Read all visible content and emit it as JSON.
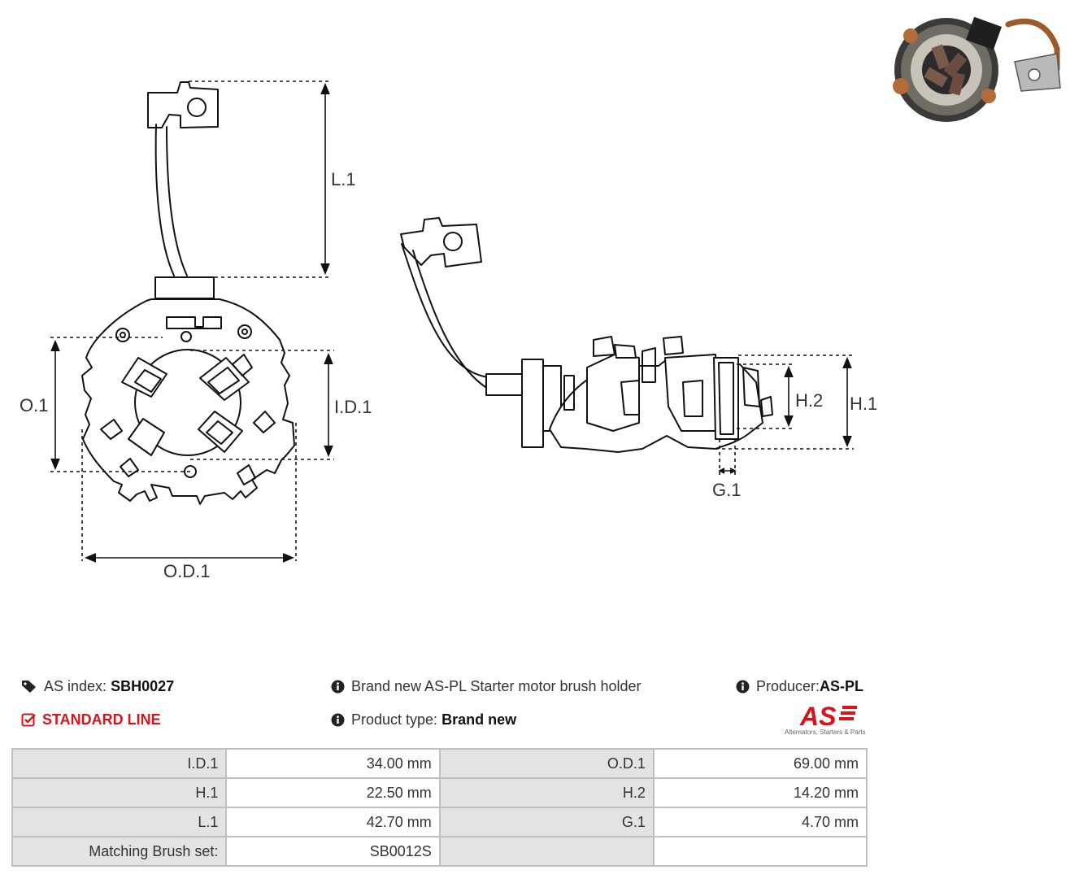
{
  "drawing": {
    "labels": {
      "l1": "L.1",
      "o1": "O.1",
      "id1": "I.D.1",
      "od1": "O.D.1",
      "h1": "H.1",
      "h2": "H.2",
      "g1": "G.1"
    }
  },
  "info": {
    "as_index_label": "AS index:",
    "as_index_value": "SBH0027",
    "line": "STANDARD LINE",
    "description": "Brand new AS-PL Starter motor brush holder",
    "product_type_label": "Product type:",
    "product_type_value": "Brand new",
    "producer_label": "Producer:",
    "producer_value": "AS-PL"
  },
  "logo": {
    "mark": "AS",
    "tagline": "Alternators, Starters & Parts",
    "color": "#d7141a"
  },
  "icons": {
    "tag": "tags-icon",
    "check": "check-square-icon",
    "info": "info-circle-icon"
  },
  "specs": {
    "rows": [
      {
        "l1": "I.D.1",
        "v1": "34.00 mm",
        "l2": "O.D.1",
        "v2": "69.00 mm"
      },
      {
        "l1": "H.1",
        "v1": "22.50 mm",
        "l2": "H.2",
        "v2": "14.20 mm"
      },
      {
        "l1": "L.1",
        "v1": "42.70 mm",
        "l2": "G.1",
        "v2": "4.70 mm"
      }
    ],
    "brush_set_label": "Matching Brush set:",
    "brush_set_value": "SB0012S"
  }
}
